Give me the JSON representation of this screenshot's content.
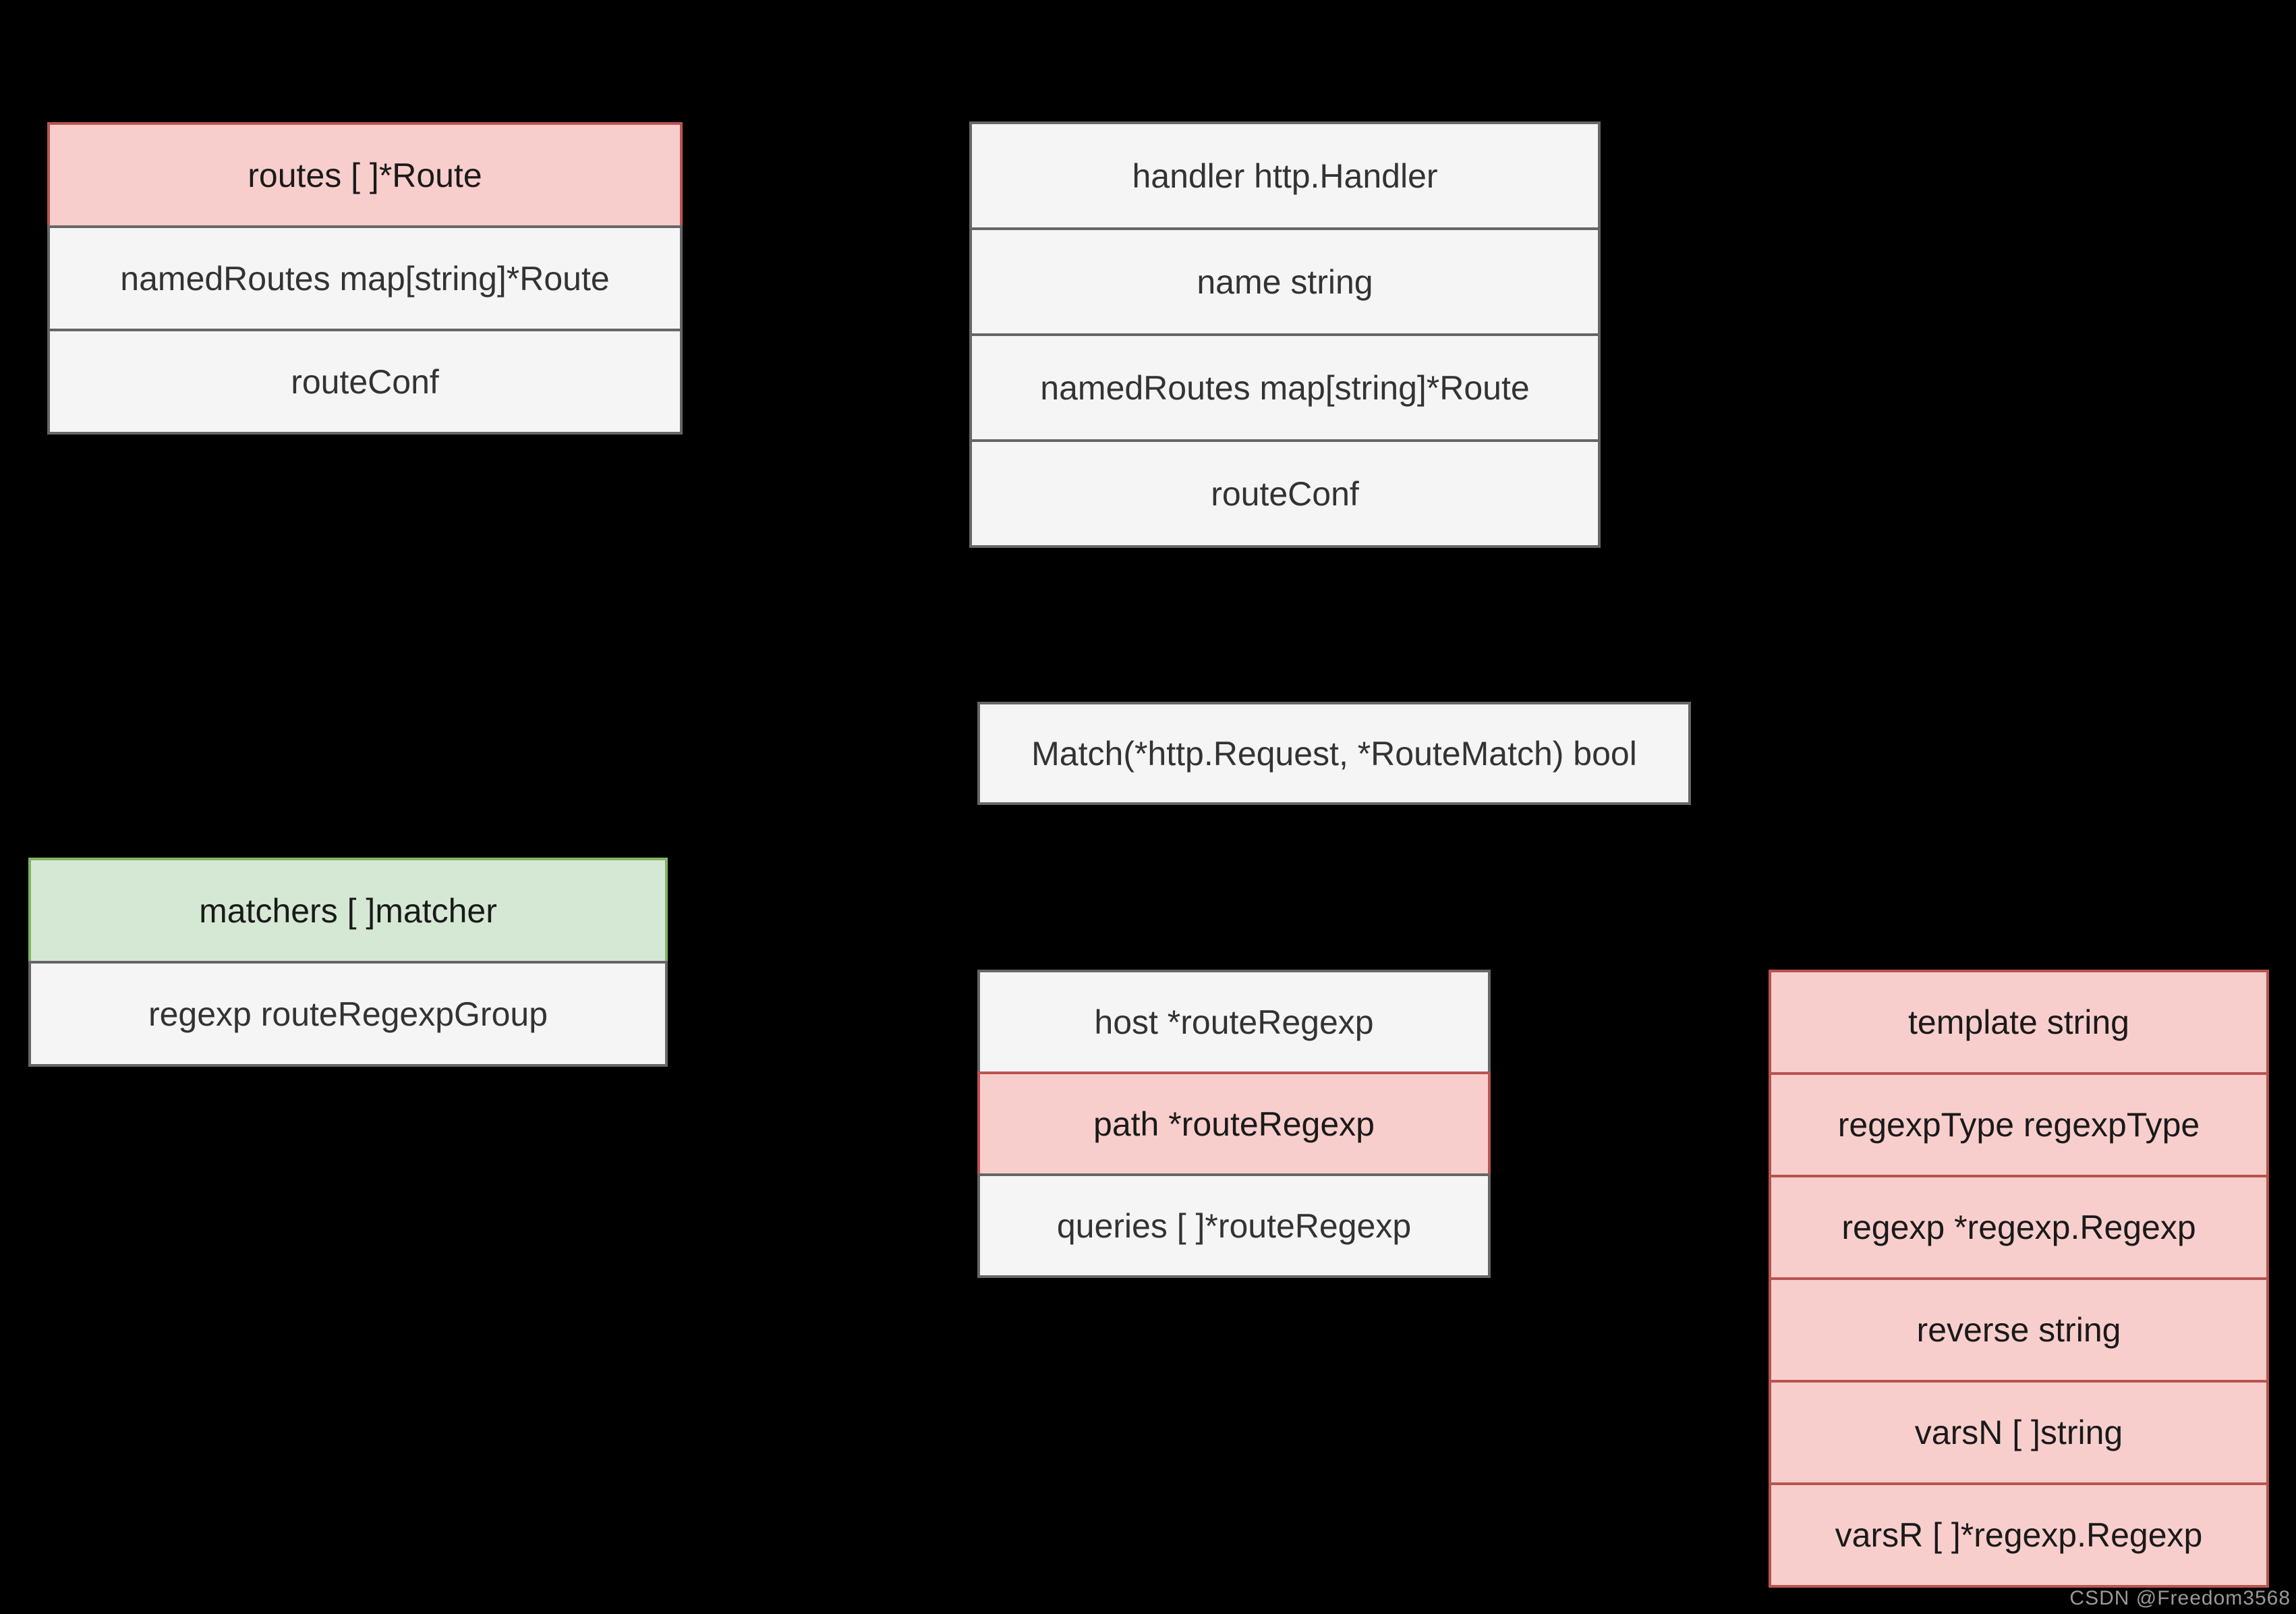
{
  "background": "#000000",
  "palette": {
    "gray_fill": "#f5f5f5",
    "gray_stroke": "#666666",
    "gray_text": "#333333",
    "pink_fill": "#f8cecc",
    "pink_stroke": "#b85450",
    "green_fill": "#d5e8d4",
    "green_stroke": "#82b366",
    "colored_text": "#1a1a1a",
    "watermark_color": "#999999"
  },
  "boxes": [
    {
      "id": "router-struct",
      "rows": [
        {
          "label": "routes [ ]*Route",
          "style": "pink"
        },
        {
          "label": "namedRoutes map[string]*Route",
          "style": "gray"
        },
        {
          "label": "routeConf",
          "style": "gray"
        }
      ]
    },
    {
      "id": "route-struct",
      "rows": [
        {
          "label": "handler http.Handler",
          "style": "gray"
        },
        {
          "label": "name string",
          "style": "gray"
        },
        {
          "label": "namedRoutes map[string]*Route",
          "style": "gray"
        },
        {
          "label": "routeConf",
          "style": "gray"
        }
      ]
    },
    {
      "id": "matcher-interface",
      "rows": [
        {
          "label": "Match(*http.Request, *RouteMatch) bool",
          "style": "gray"
        }
      ]
    },
    {
      "id": "route-conf-struct",
      "rows": [
        {
          "label": "matchers [ ]matcher",
          "style": "green"
        },
        {
          "label": "regexp routeRegexpGroup",
          "style": "gray"
        }
      ]
    },
    {
      "id": "route-regexp-group-struct",
      "rows": [
        {
          "label": "host *routeRegexp",
          "style": "gray"
        },
        {
          "label": "path *routeRegexp",
          "style": "pink"
        },
        {
          "label": "queries [ ]*routeRegexp",
          "style": "gray"
        }
      ]
    },
    {
      "id": "route-regexp-struct",
      "rows": [
        {
          "label": "template string",
          "style": "pink"
        },
        {
          "label": "regexpType regexpType",
          "style": "pink"
        },
        {
          "label": "regexp *regexp.Regexp",
          "style": "pink"
        },
        {
          "label": "reverse string",
          "style": "pink"
        },
        {
          "label": "varsN [ ]string",
          "style": "pink"
        },
        {
          "label": "varsR [ ]*regexp.Regexp",
          "style": "pink"
        }
      ]
    }
  ],
  "watermark": {
    "text": "CSDN @Freedom3568"
  }
}
